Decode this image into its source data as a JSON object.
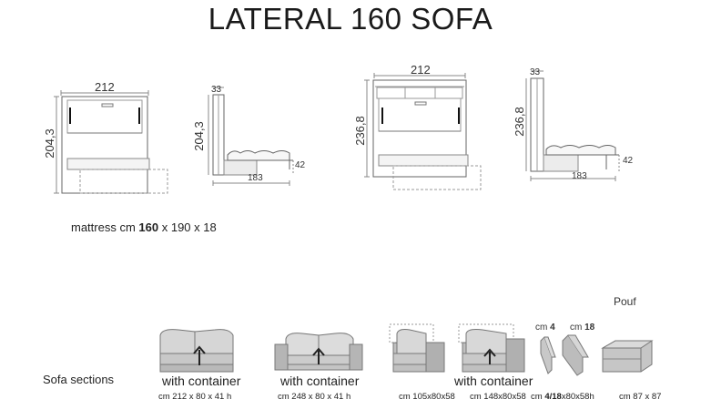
{
  "title": "LATERAL 160 SOFA",
  "drawings": {
    "front_left": {
      "width": "212",
      "height": "204,3"
    },
    "side_left": {
      "depth_top": "33",
      "height": "204,3",
      "depth": "183",
      "seat_height": "42"
    },
    "front_right": {
      "width": "212",
      "height": "236,8"
    },
    "side_right": {
      "depth_top": "33",
      "height": "236,8",
      "depth": "183",
      "seat_height": "42"
    }
  },
  "mattress": {
    "prefix": "mattress  cm ",
    "bold": "160",
    "suffix": " x 190 x 18"
  },
  "sofa_sections": {
    "label": "Sofa sections",
    "pouf_label": "Pouf",
    "items": [
      {
        "caption": "with container",
        "size": "cm 212 x 80 x 41 h"
      },
      {
        "caption": "with container",
        "size": "cm 248 x 80 x 41 h"
      },
      {
        "caption": "",
        "size": "cm 105x80x58"
      },
      {
        "caption": "with container",
        "size": "cm 148x80x58"
      },
      {
        "caption": "",
        "size_prefix": "cm ",
        "size_bold": "4/18",
        "size_suffix": "x80x58h"
      },
      {
        "caption": "",
        "size": "cm 87 x 87"
      }
    ],
    "panel_labels": [
      {
        "prefix": "cm ",
        "bold": "4"
      },
      {
        "prefix": "cm ",
        "bold": "18"
      }
    ]
  }
}
